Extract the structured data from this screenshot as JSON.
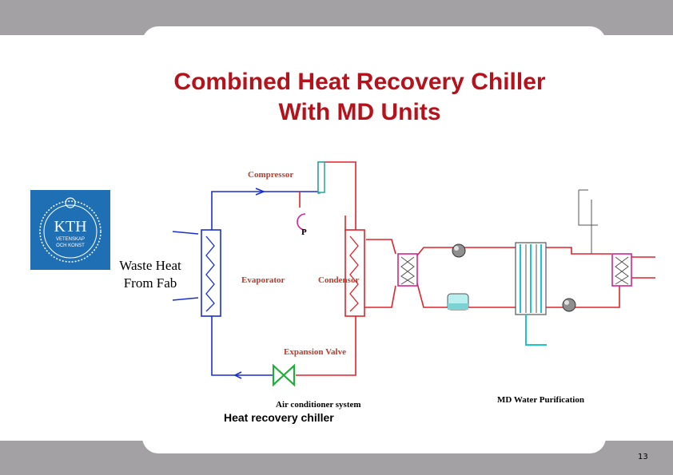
{
  "slide": {
    "title_line1": "Combined Heat Recovery Chiller",
    "title_line2": "With MD Units",
    "page_number": "13"
  },
  "logo": {
    "text_main": "KTH",
    "text_sub1": "VETENSKAP",
    "text_sub2": "OCH KONST",
    "color": "#1f6fb5"
  },
  "waste_heat": {
    "line1": "Waste Heat",
    "line2": "From Fab"
  },
  "diagram": {
    "compressor": "Compressor",
    "pump": "P",
    "evaporator": "Evaporator",
    "condensor": "Condensor",
    "expansion_valve": "Expansion Valve",
    "ac_system": "Air conditioner system",
    "md_water_purification": "MD Water Purification",
    "caption": "Heat recovery chiller",
    "colors": {
      "refrigerant_cold": "#1a2fd0",
      "refrigerant_hot": "#e0232a",
      "coolant_cyan": "#19c9c9",
      "valve_green": "#1fae3a",
      "compressor_teal": "#2aa39a",
      "module_pink": "#d0239b"
    }
  }
}
